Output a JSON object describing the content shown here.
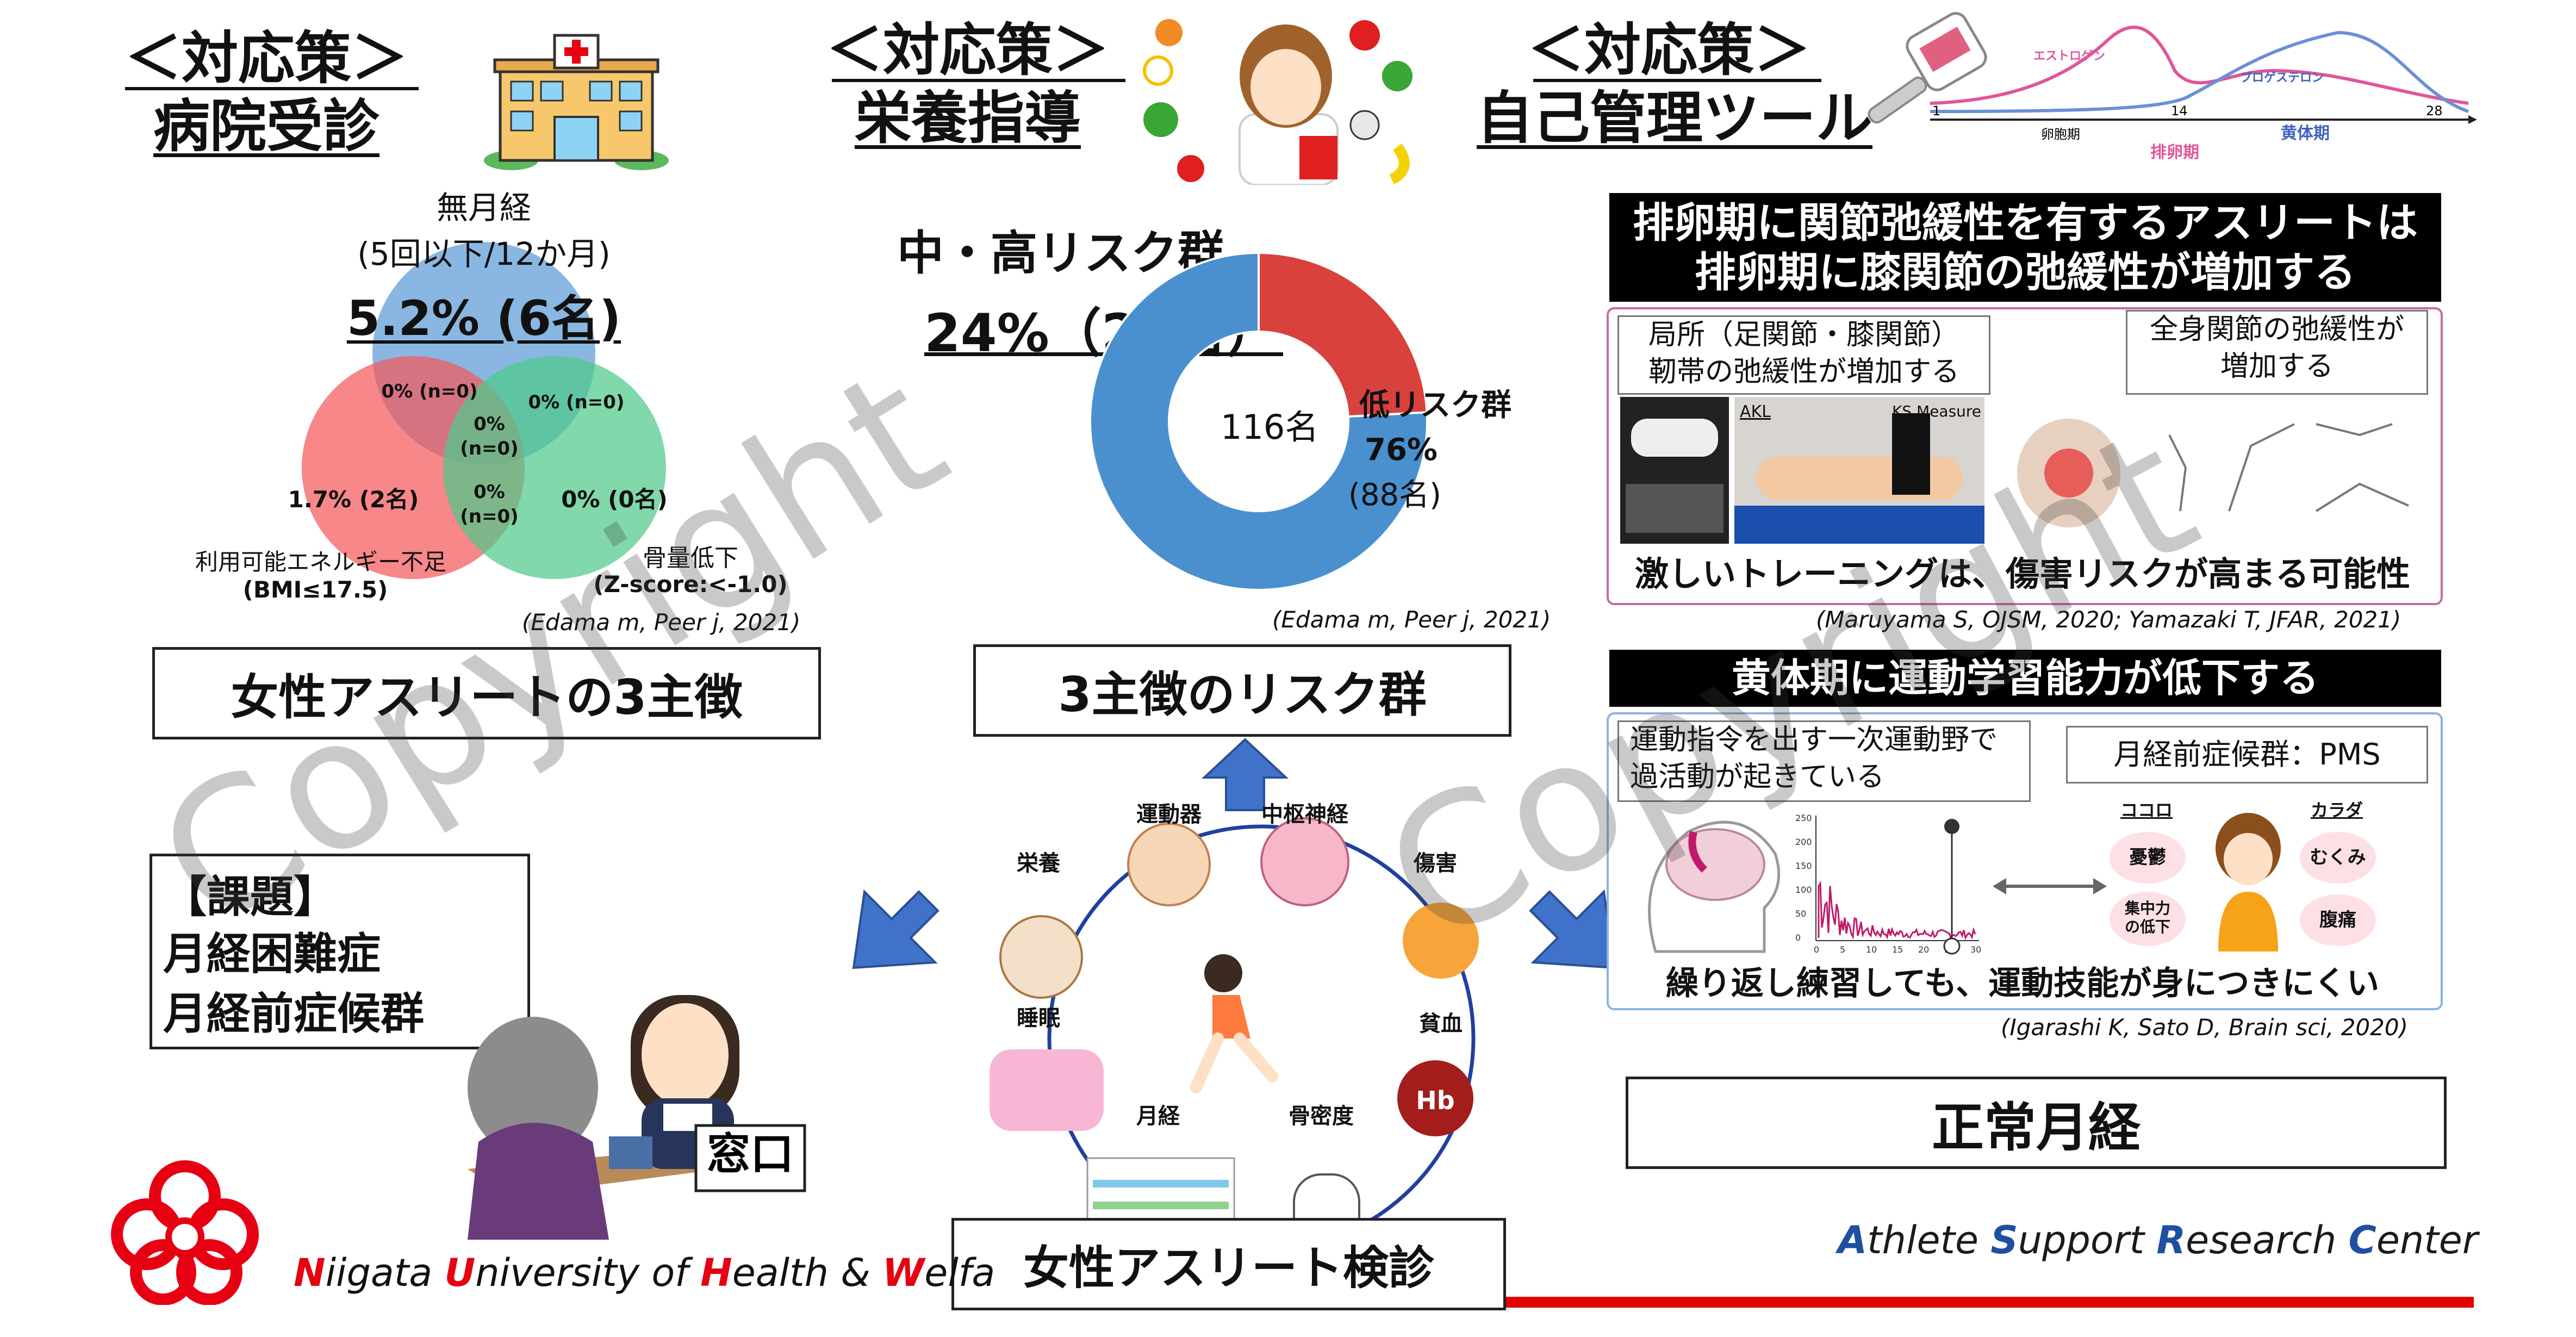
{
  "left": {
    "heading_top": "＜対応策＞",
    "heading_main": "病院受診",
    "venn": {
      "top_label": "無月経",
      "top_sub": "(5回以下/12か月)",
      "top_value": "5.2% (6名)",
      "left_value": "1.7% (2名)",
      "right_value": "0% (0名)",
      "lt_overlap": "0% (n=0)",
      "rt_overlap": "0% (n=0)",
      "center_a": "0%",
      "center_b": "(n=0)",
      "lower_a": "0%",
      "lower_b": "(n=0)",
      "left_label": "利用可能エネルギー不足",
      "left_sub": "(BMI≤17.5)",
      "right_label": "骨量低下",
      "right_sub": "(Z-score:<-1.0)"
    },
    "citation": "(Edama m, Peer j, 2021)",
    "box_title": "女性アスリートの3主徴",
    "issue_title": "【課題】",
    "issue_1": "月経困難症",
    "issue_2": "月経前症候群",
    "window_sign": "窓口"
  },
  "middle": {
    "heading_top": "＜対応策＞",
    "heading_main": "栄養指導",
    "risk_label": "中・高リスク群",
    "risk_value": "24%（28名）",
    "donut_center": "116名",
    "low_label": "低リスク群",
    "low_pct": "76%",
    "low_n": "(88名)",
    "citation": "(Edama m, Peer j, 2021)",
    "box_title": "3主徴のリスク群",
    "cycle": {
      "motor": "運動器",
      "cns": "中枢神経",
      "injury": "傷害",
      "nutrition": "栄養",
      "sleep": "睡眠",
      "anemia": "貧血",
      "menses": "月経",
      "bone": "骨密度",
      "hb": "Hb"
    },
    "bottom_box": "女性アスリート検診"
  },
  "right": {
    "heading_top": "＜対応策＞",
    "heading_main": "自己管理ツール",
    "cycle_chart": {
      "estrogen": "エストロゲン",
      "progesterone": "プロゲステロン",
      "tick_1": "1",
      "tick_14": "14",
      "tick_28": "28",
      "follicular": "卵胞期",
      "luteal": "黄体期",
      "ovulation": "排卵期"
    },
    "bar1": "排卵期に関節弛緩性を有するアスリートは\n排卵期に膝関節の弛緩性が増加する",
    "local_box": "局所（足関節・膝関節）\n靭帯の弛緩性が増加する",
    "whole_box": "全身関節の弛緩性が\n増加する",
    "akl": "AKL",
    "ks": "KS Measure",
    "training": "激しいトレーニングは、傷害リスクが高まる可能性",
    "citation1": "(Maruyama S, OJSM, 2020; Yamazaki T, JFAR, 2021)",
    "bar2": "黄体期に運動学習能力が低下する",
    "motor_box": "運動指令を出す一次運動野で\n過活動が起きている",
    "pms_box": "月経前症候群：PMS",
    "kokoro": "ココロ",
    "karada": "カラダ",
    "yuutsu": "憂鬱",
    "mukumi": "むくみ",
    "shuchu": "集中力\nの低下",
    "fukutsu": "腹痛",
    "repeat": "繰り返し練習しても、運動技能が身につきにくい",
    "citation2": "(Igarashi K, Sato D, Brain sci, 2020)",
    "normal_box": "正常月経",
    "graph_ticks": [
      "0",
      "5",
      "10",
      "15",
      "20",
      "25",
      "30"
    ],
    "graph_yticks": [
      "250",
      "200",
      "150",
      "100",
      "50",
      "0"
    ]
  },
  "footer": {
    "univ": "Niigata University of Health & Welfa",
    "center": "Athlete Support Research Center"
  },
  "watermark": "Copyright",
  "colors": {
    "venn_blue": "#5b9bd5",
    "venn_red": "#f4595b",
    "venn_green": "#4fc98a",
    "donut_blue": "#4a90cf",
    "donut_red": "#d8413c",
    "arrow_blue": "#3f72c8",
    "footer_red": "#e00000",
    "logo_red": "#e60012",
    "center_blue": "#1f4fa0"
  }
}
